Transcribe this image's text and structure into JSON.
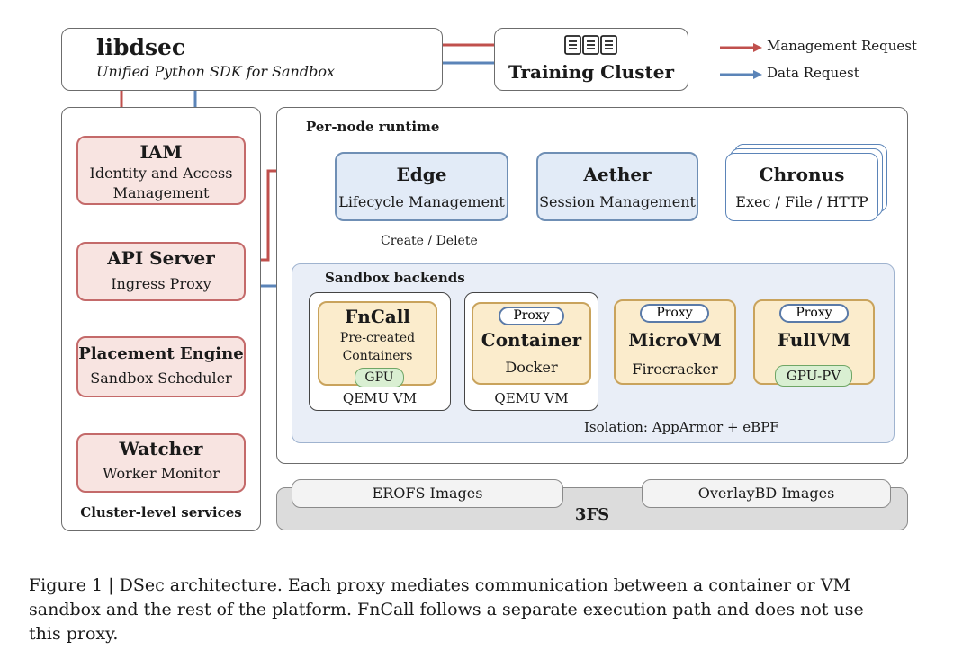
{
  "libdsec": {
    "title": "libdsec",
    "subtitle": "Unified Python SDK for Sandbox"
  },
  "training_cluster": {
    "label": "Training Cluster",
    "icon": "server-rack-icon"
  },
  "legend": {
    "management": "Management Request",
    "data": "Data Request",
    "management_color": "#c0504d",
    "data_color": "#5b84b8"
  },
  "cluster": {
    "label": "Cluster-level services",
    "iam": {
      "title": "IAM",
      "line1": "Identity and Access",
      "line2": "Management"
    },
    "api": {
      "title": "API Server",
      "sub": "Ingress Proxy"
    },
    "placement": {
      "title": "Placement Engine",
      "sub": "Sandbox Scheduler"
    },
    "watcher": {
      "title": "Watcher",
      "sub": "Worker Monitor"
    }
  },
  "runtime": {
    "label": "Per-node runtime",
    "edge": {
      "title": "Edge",
      "sub": "Lifecycle Management"
    },
    "aether": {
      "title": "Aether",
      "sub": "Session Management"
    },
    "chronus": {
      "title": "Chronus",
      "sub": "Exec / File / HTTP"
    },
    "create_delete": "Create / Delete"
  },
  "backends": {
    "label": "Sandbox backends",
    "fncall": {
      "title": "FnCall",
      "line1": "Pre-created",
      "line2": "Containers",
      "badge": "GPU",
      "host": "QEMU VM"
    },
    "container": {
      "proxy": "Proxy",
      "title": "Container",
      "sub": "Docker",
      "host": "QEMU VM"
    },
    "microvm": {
      "proxy": "Proxy",
      "title": "MicroVM",
      "sub": "Firecracker"
    },
    "fullvm": {
      "proxy": "Proxy",
      "title": "FullVM",
      "badge": "GPU-PV"
    },
    "isolation": "Isolation: AppArmor + eBPF"
  },
  "storage": {
    "label": "3FS",
    "erofs": "EROFS Images",
    "overlaybd": "OverlayBD Images"
  },
  "caption": {
    "line1": "Figure 1 | DSec architecture. Each proxy mediates communication between a container or VM",
    "line2": "sandbox and the rest of the platform. FnCall follows a separate execution path and does not use",
    "line3": "this proxy."
  }
}
